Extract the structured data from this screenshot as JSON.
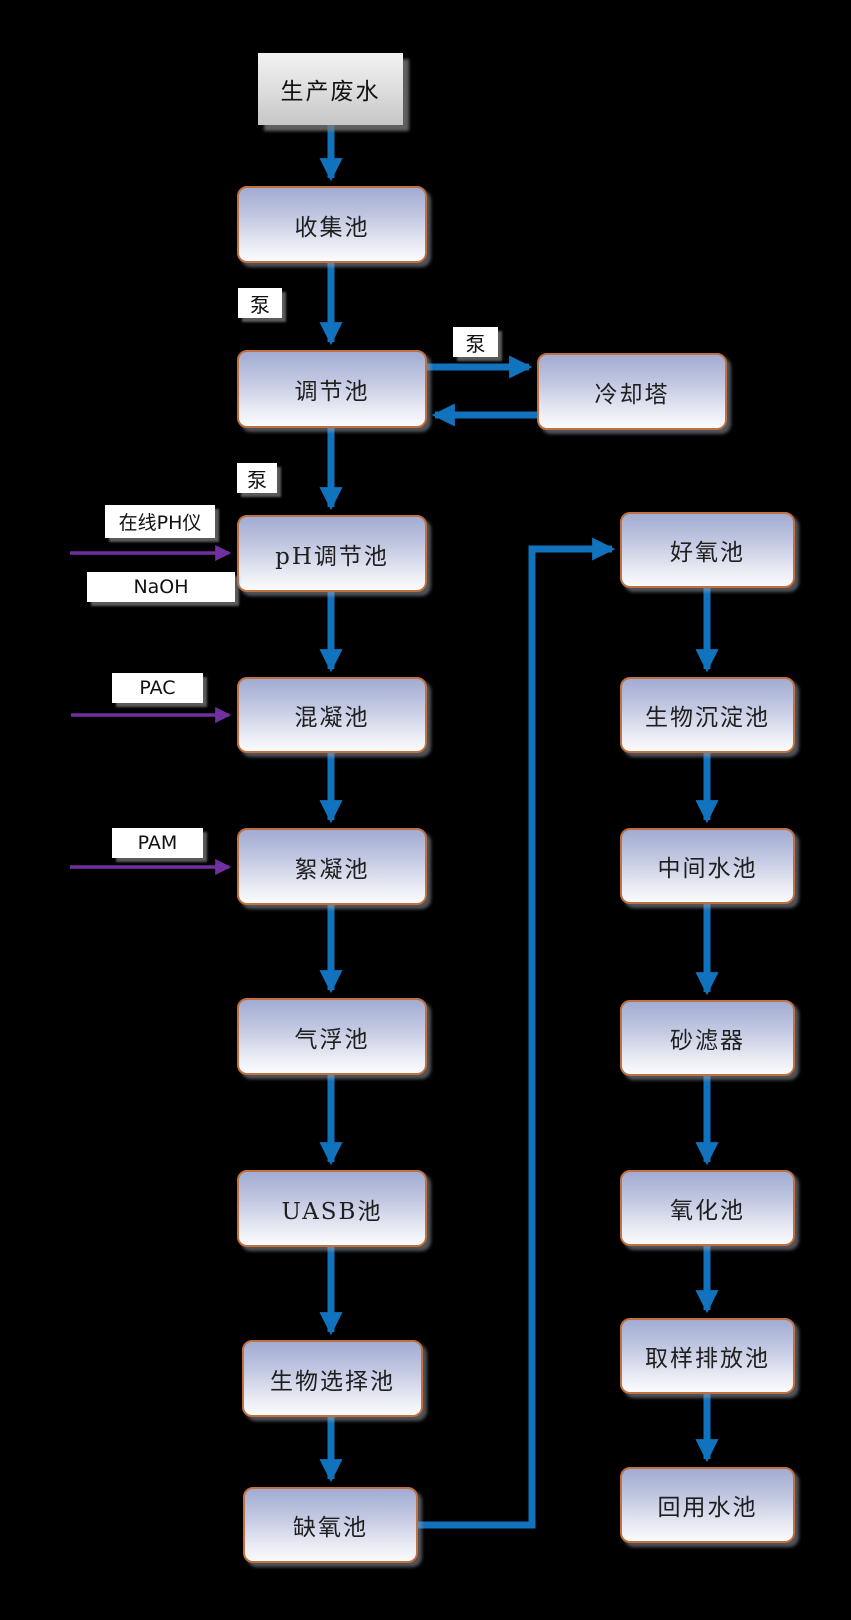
{
  "diagram": {
    "type": "flowchart",
    "background_color": "#000000",
    "node_border_color": "#C0713F",
    "node_fill_top": "#A2ABD2",
    "node_fill_bottom": "#FBFBFD",
    "flow_arrow_color": "#1173BD",
    "dosing_arrow_color": "#7030A0",
    "nodes": {
      "source": "生产废水",
      "collection": "收集池",
      "regulation": "调节池",
      "cooling_tower": "冷却塔",
      "ph_regulation": "pH调节池",
      "coagulation": "混凝池",
      "flocculation": "絮凝池",
      "air_flotation": "气浮池",
      "uasb": "UASB池",
      "bio_selection": "生物选择池",
      "anoxic": "缺氧池",
      "aerobic": "好氧池",
      "bio_sedimentation": "生物沉淀池",
      "intermediate": "中间水池",
      "sand_filter": "砂滤器",
      "oxidation": "氧化池",
      "sampling_discharge": "取样排放池",
      "reuse": "回用水池"
    },
    "labels": {
      "pump1": "泵",
      "pump2": "泵",
      "pump3": "泵",
      "online_ph": "在线PH仪",
      "naoh": "NaOH",
      "pac": "PAC",
      "pam": "PAM"
    },
    "edges": [
      {
        "from": "生产废水",
        "to": "收集池"
      },
      {
        "from": "收集池",
        "to": "调节池",
        "label": "泵"
      },
      {
        "from": "调节池",
        "to": "冷却塔",
        "label": "泵"
      },
      {
        "from": "冷却塔",
        "to": "调节池"
      },
      {
        "from": "调节池",
        "to": "pH调节池",
        "label": "泵"
      },
      {
        "from": "在线PH仪/NaOH",
        "to": "pH调节池",
        "type": "dosing"
      },
      {
        "from": "pH调节池",
        "to": "混凝池"
      },
      {
        "from": "PAC",
        "to": "混凝池",
        "type": "dosing"
      },
      {
        "from": "混凝池",
        "to": "絮凝池"
      },
      {
        "from": "PAM",
        "to": "絮凝池",
        "type": "dosing"
      },
      {
        "from": "絮凝池",
        "to": "气浮池"
      },
      {
        "from": "气浮池",
        "to": "UASB池"
      },
      {
        "from": "UASB池",
        "to": "生物选择池"
      },
      {
        "from": "生物选择池",
        "to": "缺氧池"
      },
      {
        "from": "缺氧池",
        "to": "好氧池"
      },
      {
        "from": "好氧池",
        "to": "生物沉淀池"
      },
      {
        "from": "生物沉淀池",
        "to": "中间水池"
      },
      {
        "from": "中间水池",
        "to": "砂滤器"
      },
      {
        "from": "砂滤器",
        "to": "氧化池"
      },
      {
        "from": "氧化池",
        "to": "取样排放池"
      },
      {
        "from": "取样排放池",
        "to": "回用水池"
      }
    ]
  }
}
